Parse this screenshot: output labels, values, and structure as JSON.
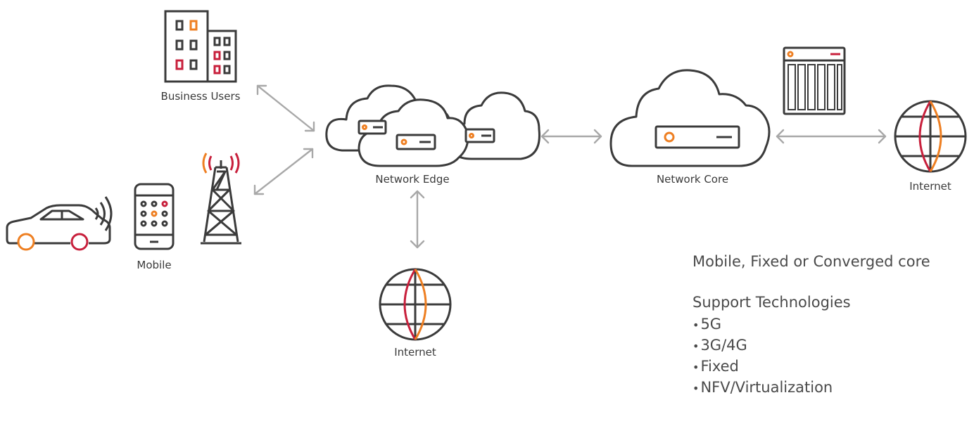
{
  "nodes": {
    "business_users": "Business Users",
    "mobile": "Mobile",
    "network_edge": "Network Edge",
    "network_core": "Network Core",
    "internet_edge": "Internet",
    "internet_core": "Internet"
  },
  "info": {
    "core_type": "Mobile, Fixed or Converged core",
    "technologies_title": "Support Technologies",
    "technologies": [
      "5G",
      "3G/4G",
      "Fixed",
      "NFV/Virtualization"
    ]
  },
  "colors": {
    "line": "#3b3b3b",
    "arrow": "#a8a8a8",
    "accent_red": "#c8203c",
    "accent_orange": "#ee7f22"
  }
}
